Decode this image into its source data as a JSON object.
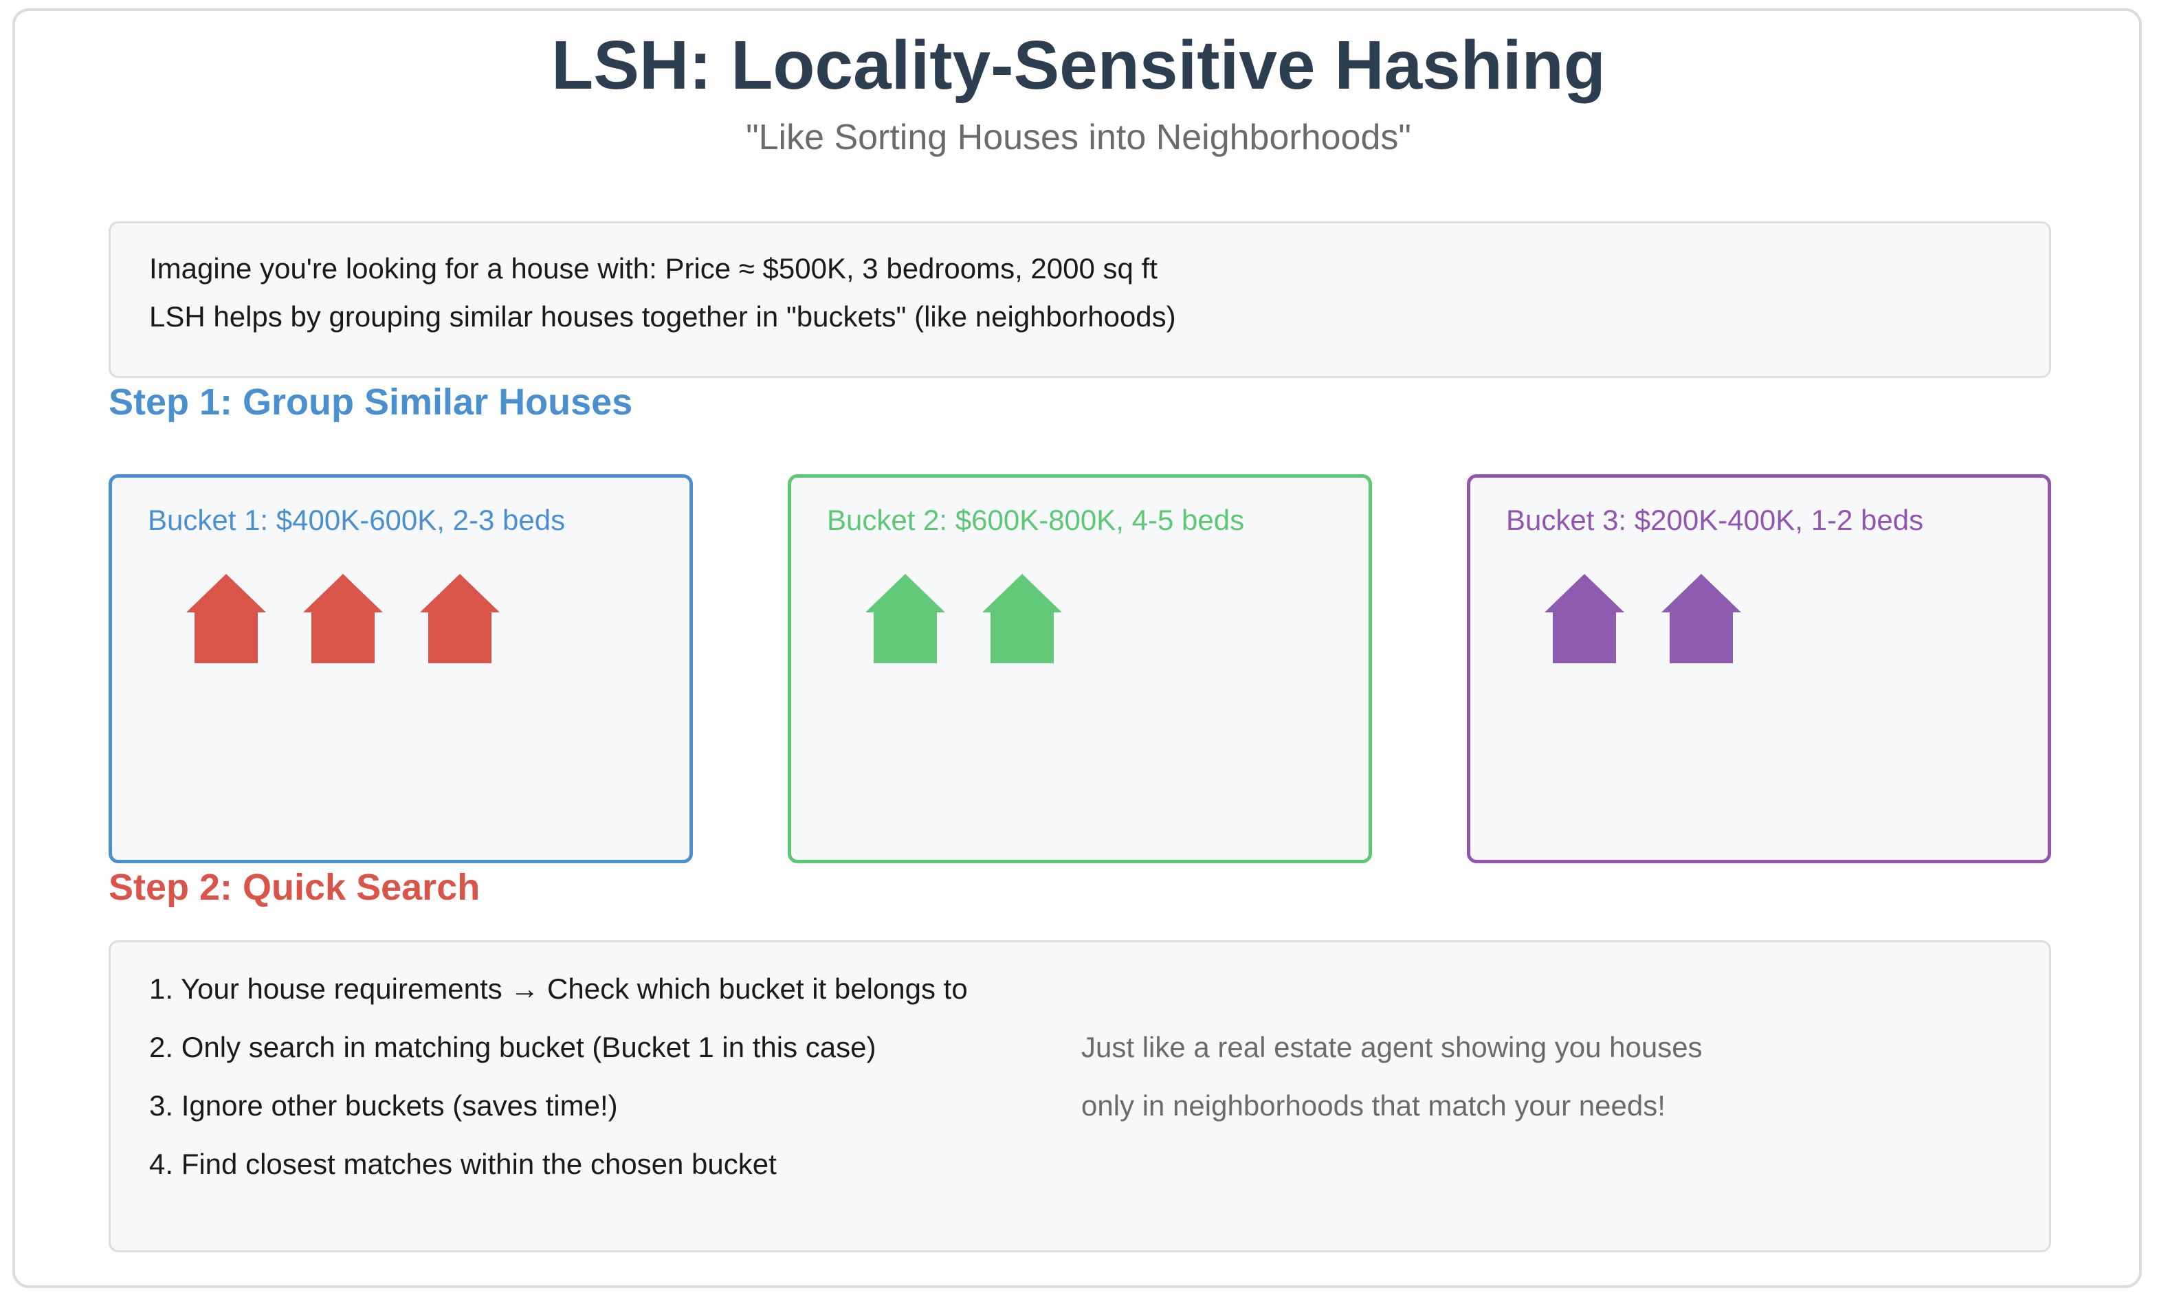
{
  "title": "LSH: Locality-Sensitive Hashing",
  "subtitle": "\"Like Sorting Houses into Neighborhoods\"",
  "intro": {
    "line1": "Imagine you're looking for a house with: Price ≈ $500K, 3 bedrooms, 2000 sq ft",
    "line2": "LSH helps by grouping similar houses together in \"buckets\" (like neighborhoods)"
  },
  "step1": {
    "label": "Step 1: Group Similar Houses",
    "color": "#4a90d0"
  },
  "buckets": [
    {
      "label": "Bucket 1: $400K-600K, 2-3 beds",
      "color": "#4a90d0",
      "house_color": "#d9554a",
      "house_count": 3
    },
    {
      "label": "Bucket 2: $600K-800K, 4-5 beds",
      "color": "#5cc775",
      "house_color": "#62c978",
      "house_count": 2
    },
    {
      "label": "Bucket 3: $200K-400K, 1-2 beds",
      "color": "#9055b0",
      "house_color": "#8f5bb0",
      "house_count": 2
    }
  ],
  "step2": {
    "label": "Step 2: Quick Search",
    "color": "#d9554a"
  },
  "search": {
    "items": [
      "1. Your house requirements → Check which bucket it belongs to",
      "2. Only search in matching bucket (Bucket 1 in this case)",
      "3. Ignore other buckets (saves time!)",
      "4. Find closest matches within the chosen bucket"
    ],
    "note_line1": "Just like a real estate agent showing you houses",
    "note_line2": "only in neighborhoods that match your needs!"
  },
  "icons": {
    "house": "house-icon"
  }
}
